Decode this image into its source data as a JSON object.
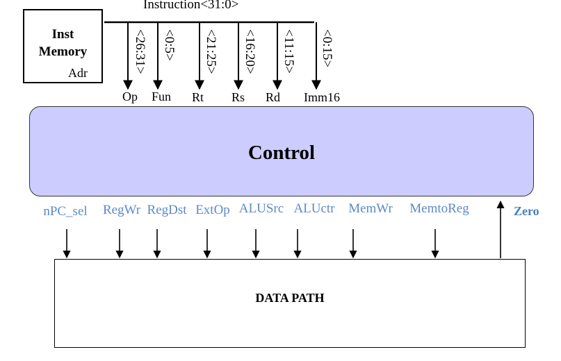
{
  "instruction_bus": "Instruction<31:0>",
  "inst_memory": {
    "line1": "Inst",
    "line2": "Memory",
    "port": "Adr"
  },
  "fields": [
    {
      "bits": "<26:31>",
      "name": "Op"
    },
    {
      "bits": "<0:5>",
      "name": "Fun"
    },
    {
      "bits": "<21:25>",
      "name": "Rt"
    },
    {
      "bits": "<16:20>",
      "name": "Rs"
    },
    {
      "bits": "<11:15>",
      "name": "Rd"
    },
    {
      "bits": "<0:15>",
      "name": "Imm16"
    }
  ],
  "control": {
    "label": "Control"
  },
  "signals": [
    "nPC_sel",
    "RegWr",
    "RegDst",
    "ExtOp",
    "ALUSrc",
    "ALUctr",
    "MemWr",
    "MemtoReg"
  ],
  "zero": "Zero",
  "datapath": {
    "label": "DATA PATH"
  },
  "colors": {
    "control_fill": "#ccccff",
    "signal_text": "#5b8ac7",
    "zero_text": "#4a7ec0"
  }
}
